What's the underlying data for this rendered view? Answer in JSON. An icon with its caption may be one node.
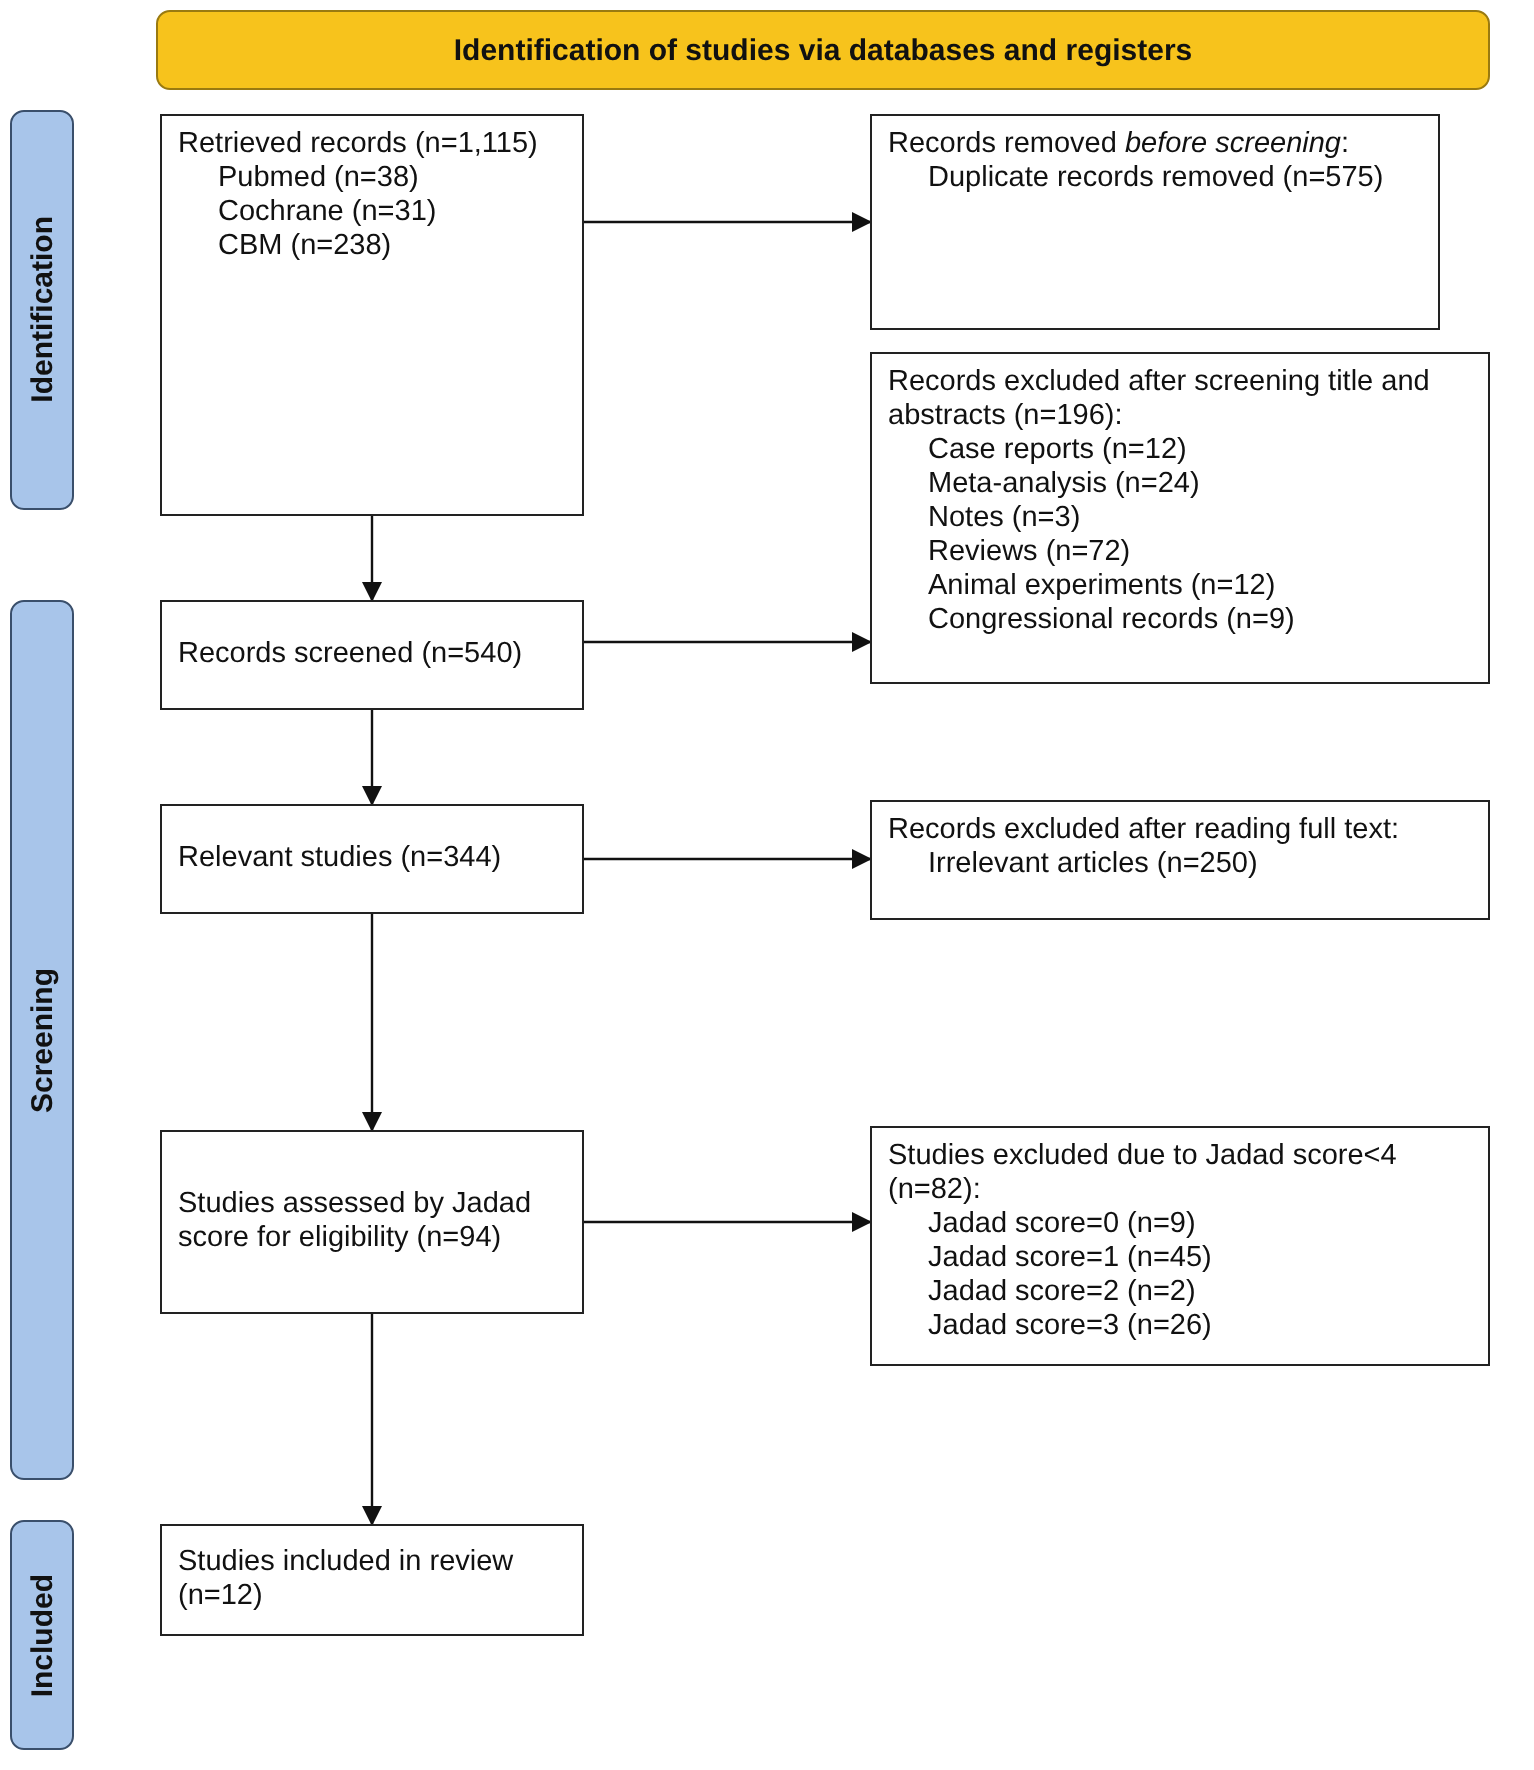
{
  "diagram": {
    "nodes": [
      {
        "text": [
          "Identification of studies via databases and registers"
        ]
      },
      {
        "text": [
          "Identification"
        ]
      },
      {
        "text": [
          "Retrieved records (n=1,115)",
          "Pubmed (n=38)",
          "Cochrane (n=31)",
          "CBM (n=238)"
        ]
      },
      {
        "text": [
          "Records removed *before screening*:",
          "Duplicate records removed (n=575)"
        ]
      },
      {
        "text": [
          "Records screened (n=540)"
        ]
      },
      {
        "text": [
          "Records excluded after screening title and abstracts (n=196):",
          "Case reports (n=12)",
          "Meta-analysis (n=24)",
          "Notes (n=3)",
          "Reviews (n=72)",
          "Animal experiments (n=12)",
          "Congressional records (n=9)"
        ]
      },
      {
        "text": [
          "Screening"
        ]
      },
      {
        "text": [
          "Relevant studies (n=344)"
        ]
      },
      {
        "text": [
          "Records excluded after reading full text:",
          "Irrelevant articles (n=250)"
        ]
      },
      {
        "text": [
          "Studies assessed by Jadad score for eligibility (n=94)"
        ]
      },
      {
        "text": [
          "Studies excluded due to Jadad score<4 (n=82):",
          "Jadad score=0 (n=9)",
          "Jadad score=1 (n=45)",
          "Jadad score=2 (n=2)",
          "Jadad score=3 (n=26)"
        ]
      },
      {
        "text": [
          "Included"
        ]
      },
      {
        "text": [
          "Studies included in review (n=12)"
        ]
      }
    ],
    "edges": [
      {
        "from": 2,
        "to": 3,
        "arrow": "to"
      },
      {
        "from": 2,
        "to": 4,
        "arrow": "to"
      },
      {
        "from": 4,
        "to": 5,
        "arrow": "to"
      },
      {
        "from": 4,
        "to": 7,
        "arrow": "to"
      },
      {
        "from": 7,
        "to": 8,
        "arrow": "to"
      },
      {
        "from": 7,
        "to": 9,
        "arrow": "to"
      },
      {
        "from": 9,
        "to": 10,
        "arrow": "to"
      },
      {
        "from": 9,
        "to": 12,
        "arrow": "to"
      }
    ]
  }
}
